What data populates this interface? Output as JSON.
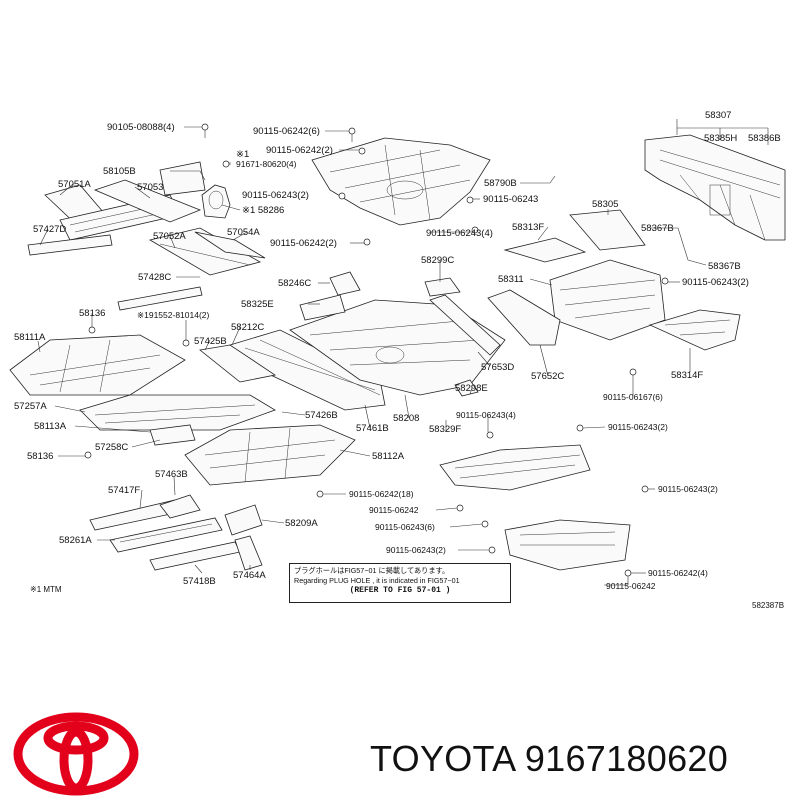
{
  "labels": {
    "l01": "90105-08088(4)",
    "l02": "90115-06242(6)",
    "l03": "58307",
    "l04": "90115-06242(2)",
    "l05": "58385H",
    "l06": "58386B",
    "l07": "※1",
    "l08": "91671-80620(4)",
    "l09": "58105B",
    "l10": "58790B",
    "l11": "90115-06243",
    "l12": "57051A",
    "l13": "57053",
    "l14": "90115-06243(2)",
    "l15": "※1 58286",
    "l16": "58305",
    "l17": "57427D",
    "l18": "57052A",
    "l19": "57054A",
    "l20": "90115-06242(2)",
    "l21": "90115-06243(4)",
    "l22": "58313F",
    "l23": "58367B",
    "l24": "58299C",
    "l25": "58367B",
    "l26": "57428C",
    "l27": "58246C",
    "l28": "58311",
    "l29": "90115-06243(2)",
    "l30": "58136",
    "l31": "※191552-81014(2)",
    "l32": "58325E",
    "l33": "58212C",
    "l34": "58111A",
    "l35": "57425B",
    "l36": "58314F",
    "l37": "57653D",
    "l38": "57652C",
    "l39": "58298E",
    "l40": "90115-06167(6)",
    "l41": "57257A",
    "l42": "57426B",
    "l43": "57461B",
    "l44": "58208",
    "l45": "90115-06243(4)",
    "l46": "58113A",
    "l47": "58329F",
    "l48": "90115-06243(2)",
    "l49": "57258C",
    "l50": "58136",
    "l51": "58112A",
    "l52": "57463B",
    "l53": "57417F",
    "l54": "90115-06242(18)",
    "l55": "90115-06243(2)",
    "l56": "90115-06242",
    "l57": "58209A",
    "l58": "58261A",
    "l59": "90115-06243(6)",
    "l60": "90115-06243(2)",
    "l61": "90115-06242(4)",
    "l62": "57418B",
    "l63": "57464A",
    "l64": "90115-06242"
  },
  "notice": {
    "line1": "プラグホールはFIG57−01 に掲載してあります。",
    "line2": "Regarding PLUG HOLE , it is indicated in FIG57−01",
    "line3": "(REFER TO FIG 57-01 )"
  },
  "footnote": "※1 MTM",
  "image_code": "582387B",
  "brand": {
    "name": "TOYOTA",
    "part_number": "9167180620",
    "logo_color": "#e3001b"
  }
}
